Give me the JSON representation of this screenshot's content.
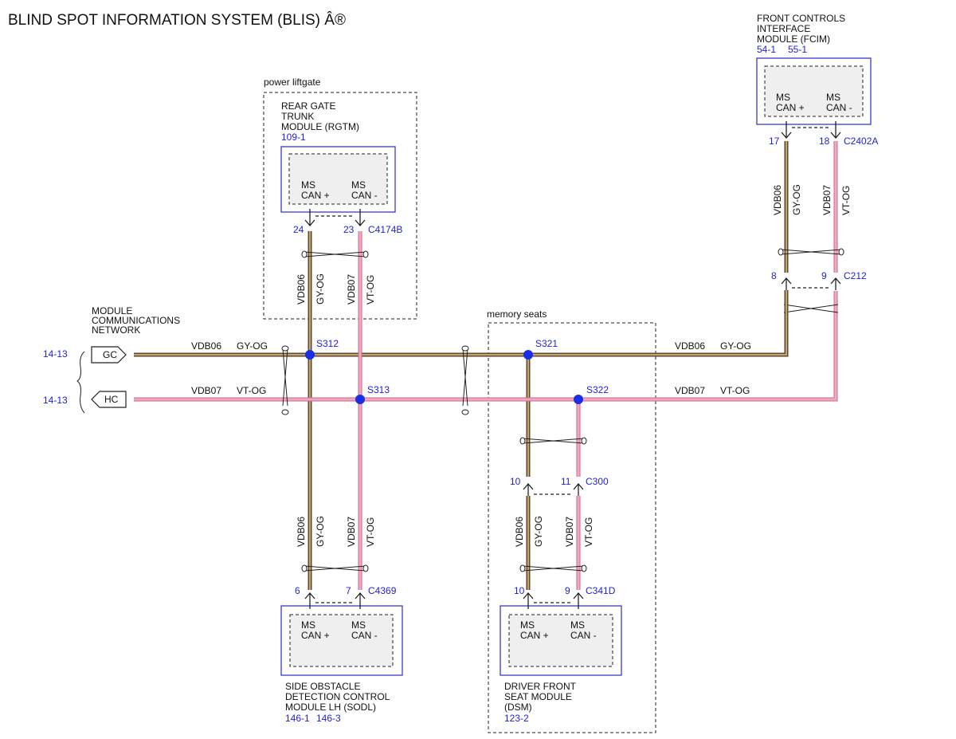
{
  "title": "BLIND SPOT INFORMATION SYSTEM (BLIS) Â®",
  "groups": {
    "liftgate": "power liftgate",
    "memory_seats": "memory seats"
  },
  "network": {
    "line1": "MODULE",
    "line2": "COMMUNICATIONS",
    "line3": "NETWORK",
    "ref_gc": "14-13",
    "ref_hc": "14-13",
    "gc": "GC",
    "hc": "HC"
  },
  "pins": {
    "can_plus_1": "MS",
    "can_plus_2": "CAN +",
    "can_minus_1": "MS",
    "can_minus_2": "CAN -"
  },
  "modules": {
    "rgtm": {
      "line1": "REAR GATE",
      "line2": "TRUNK",
      "line3": "MODULE (RGTM)",
      "ref": "109-1"
    },
    "fcim": {
      "line1": "FRONT CONTROLS",
      "line2": "INTERFACE",
      "line3": "MODULE (FCIM)",
      "ref1": "54-1",
      "ref2": "55-1"
    },
    "sodl": {
      "line1": "SIDE OBSTACLE",
      "line2": "DETECTION CONTROL",
      "line3": "MODULE LH (SODL)",
      "ref1": "146-1",
      "ref2": "146-3"
    },
    "dsm": {
      "line1": "DRIVER FRONT",
      "line2": "SEAT MODULE",
      "line3": "(DSM)",
      "ref": "123-2"
    }
  },
  "connectors": {
    "c4174b": {
      "name": "C4174B",
      "pin_a": "24",
      "pin_b": "23"
    },
    "c2402a": {
      "name": "C2402A",
      "pin_a": "17",
      "pin_b": "18"
    },
    "c212": {
      "name": "C212",
      "pin_a": "8",
      "pin_b": "9"
    },
    "c300": {
      "name": "C300",
      "pin_a": "10",
      "pin_b": "11"
    },
    "c4369": {
      "name": "C4369",
      "pin_a": "6",
      "pin_b": "7"
    },
    "c341d": {
      "name": "C341D",
      "pin_a": "10",
      "pin_b": "9"
    }
  },
  "splices": {
    "s312": "S312",
    "s313": "S313",
    "s321": "S321",
    "s322": "S322"
  },
  "wires": {
    "gy_circuit": "VDB06",
    "gy_color": "GY-OG",
    "vt_circuit": "VDB07",
    "vt_color": "VT-OG"
  },
  "colors": {
    "module_border": "#3a3acb",
    "ref_text": "#1f1fd6",
    "splice": "#1a2ee6",
    "wire_gy_og": "#c9a46c",
    "wire_vt_og": "#f4a6c6"
  }
}
